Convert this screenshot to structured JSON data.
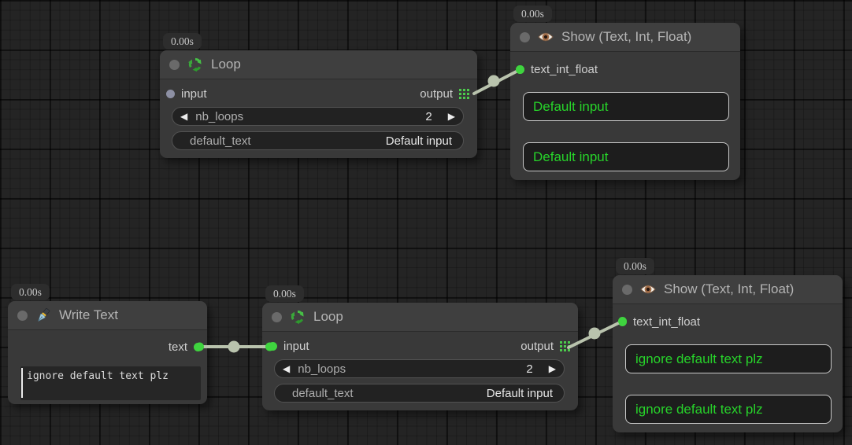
{
  "colors": {
    "accent_green": "#3fd43f",
    "slot_unconnected": "#8d90a4",
    "link": "#b9c3ad",
    "value_text_green": "#27d32a",
    "node_bg": "#393939",
    "node_header": "#3f3f3f",
    "canvas_bg": "#242424"
  },
  "icons": {
    "decrement": "◀",
    "increment": "▶",
    "loop_icon": "recycle-icon",
    "show_icon": "eye-icon",
    "write_icon": "pen-nib-icon",
    "output_icon": "grid-of-dots-icon"
  },
  "nodes": {
    "loop_top": {
      "badge": "0.00s",
      "title": "Loop",
      "input_label": "input",
      "output_label": "output",
      "widgets": {
        "nb_loops": {
          "label": "nb_loops",
          "value": "2"
        },
        "default_text": {
          "label": "default_text",
          "value": "Default input"
        }
      }
    },
    "show_top": {
      "badge": "0.00s",
      "title": "Show (Text, Int, Float)",
      "input_label": "text_int_float",
      "values": [
        "Default input",
        "Default input"
      ]
    },
    "write_text": {
      "badge": "0.00s",
      "title": "Write Text",
      "output_label": "text",
      "textarea_value": "ignore default text plz"
    },
    "loop_bottom": {
      "badge": "0.00s",
      "title": "Loop",
      "input_label": "input",
      "output_label": "output",
      "widgets": {
        "nb_loops": {
          "label": "nb_loops",
          "value": "2"
        },
        "default_text": {
          "label": "default_text",
          "value": "Default input"
        }
      }
    },
    "show_bottom": {
      "badge": "0.00s",
      "title": "Show (Text, Int, Float)",
      "input_label": "text_int_float",
      "values": [
        "ignore default text plz",
        "ignore default text plz"
      ]
    }
  }
}
